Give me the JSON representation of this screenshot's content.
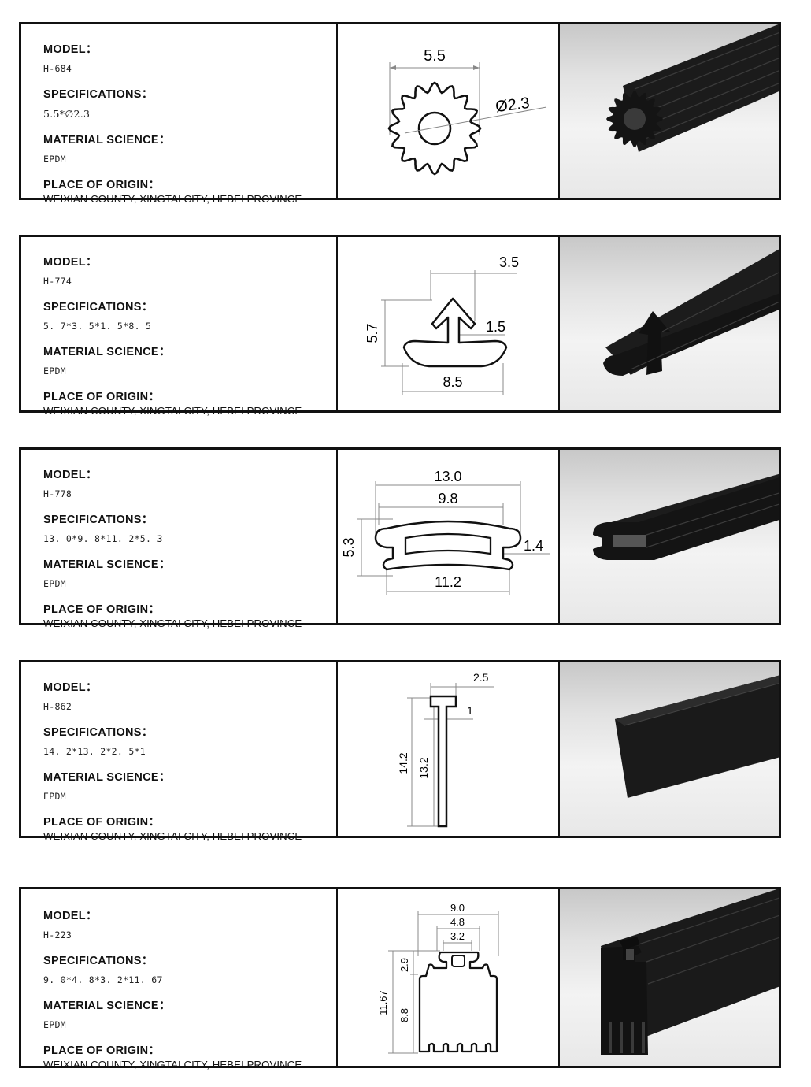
{
  "labels": {
    "model": "MODEL：",
    "specifications": "SPECIFICATIONS：",
    "material": "MATERIAL SCIENCE：",
    "origin": "PLACE OF ORIGIN："
  },
  "products": [
    {
      "model": "H-684",
      "spec": "5.5*∅2.3",
      "material": "EPDM",
      "origin": "WEIXIAN COUNTY, XINGTAI CITY, HEBEI PROVINCE",
      "dims": {
        "width": "5.5",
        "diameter": "Ø2.3"
      }
    },
    {
      "model": "H-774",
      "spec": "5. 7*3. 5*1. 5*8. 5",
      "material": "EPDM",
      "origin": "WEIXIAN COUNTY, XINGTAI CITY, HEBEI PROVINCE",
      "dims": {
        "top": "3.5",
        "height": "5.7",
        "neck": "1.5",
        "bottom": "8.5"
      }
    },
    {
      "model": "H-778",
      "spec": "13. 0*9. 8*11. 2*5. 3",
      "material": "EPDM",
      "origin": "WEIXIAN COUNTY, XINGTAI CITY, HEBEI PROVINCE",
      "dims": {
        "outer": "13.0",
        "inner": "9.8",
        "height": "5.3",
        "wall": "1.4",
        "bottom": "11.2"
      }
    },
    {
      "model": "H-862",
      "spec": "14. 2*13. 2*2. 5*1",
      "material": "EPDM",
      "origin": "WEIXIAN COUNTY, XINGTAI CITY, HEBEI PROVINCE",
      "dims": {
        "head": "2.5",
        "stem": "1",
        "total": "14.2",
        "inner": "13.2"
      }
    },
    {
      "model": "H-223",
      "spec": "9. 0*4. 8*3. 2*11. 67",
      "material": "EPDM",
      "origin": "WEIXIAN COUNTY, XINGTAI CITY, HEBEI PROVINCE",
      "dims": {
        "width": "9.0",
        "mid": "4.8",
        "slot": "3.2",
        "top": "2.9",
        "total": "11.67",
        "body": "8.8"
      }
    }
  ]
}
